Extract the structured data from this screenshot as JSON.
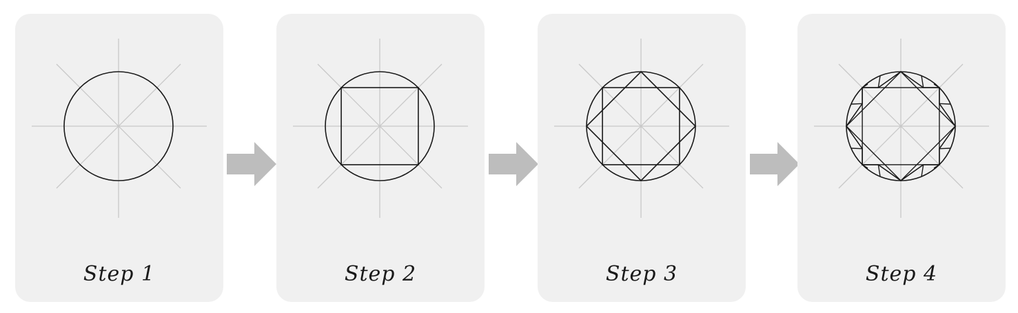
{
  "steps": [
    {
      "label": "Step 1"
    },
    {
      "label": "Step 2"
    },
    {
      "label": "Step 3"
    },
    {
      "label": "Step 4"
    }
  ],
  "colors": {
    "panel": "#f0f0f0",
    "guide_lines": "#c8c8c8",
    "outline": "#1a1a1a",
    "arrow": "#bdbdbd"
  },
  "icons": [
    "arrow-right-icon"
  ]
}
